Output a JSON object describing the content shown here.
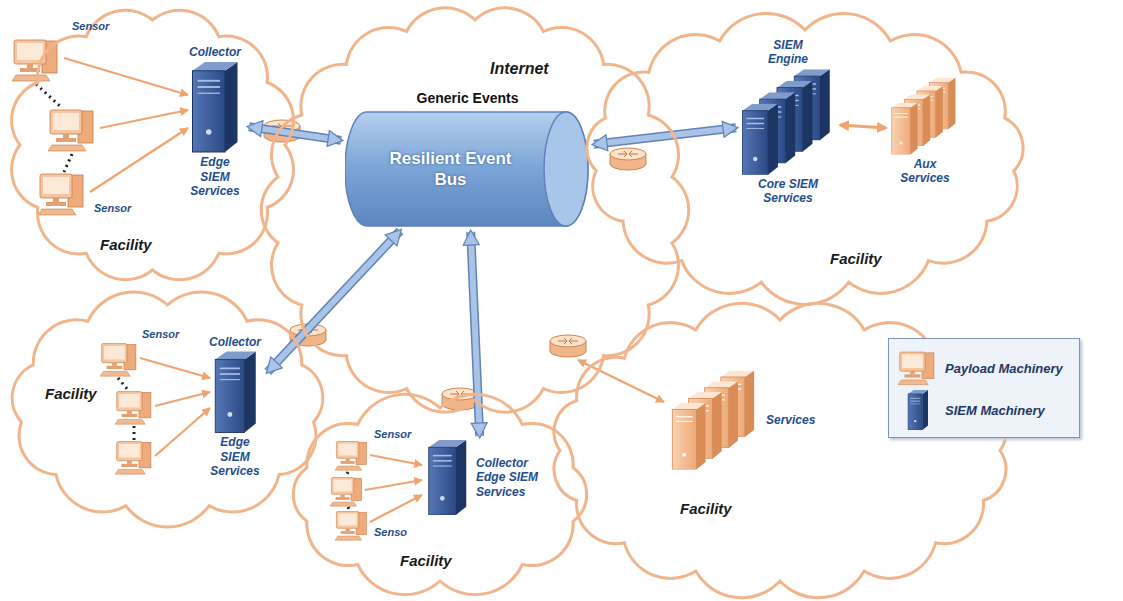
{
  "diagram": {
    "nodes": [
      {
        "text": [
          "Facility"
        ]
      },
      {
        "text": [
          "Collector",
          "Edge SIEM Services"
        ],
        "in": 0
      },
      {
        "text": [
          "Internet"
        ]
      },
      {
        "text": [
          "Generic Events",
          "Resilient Event Bus"
        ],
        "in": 2
      },
      {
        "text": [
          "Facility"
        ]
      },
      {
        "text": [
          "SIEM Engine",
          "Core SIEM Services"
        ],
        "in": 4
      },
      {
        "text": [
          "Aux Services"
        ],
        "in": 4
      },
      {
        "text": [
          "Facility"
        ]
      },
      {
        "text": [
          "Collector",
          "Edge SIEM Services"
        ],
        "in": 7
      },
      {
        "text": [
          "Facility"
        ]
      },
      {
        "text": [
          "Collector",
          "Edge SIEM Services"
        ],
        "in": 9
      },
      {
        "text": [
          "Facility"
        ]
      },
      {
        "text": [
          "Services"
        ],
        "in": 11
      }
    ],
    "edges": [
      {
        "from": 1,
        "to": 3,
        "arrow": "both"
      },
      {
        "from": 8,
        "to": 3,
        "arrow": "both"
      },
      {
        "from": 10,
        "to": 3,
        "arrow": "both"
      },
      {
        "from": 3,
        "to": 5,
        "arrow": "both"
      },
      {
        "from": 5,
        "to": 6,
        "arrow": "both"
      }
    ],
    "labels": [
      "Sensor",
      "Sensor",
      "Sensor",
      "Sensor",
      "Senso"
    ],
    "legend": [
      {
        "text": "Payload Machinery"
      },
      {
        "text": "SIEM Machinery"
      }
    ]
  }
}
